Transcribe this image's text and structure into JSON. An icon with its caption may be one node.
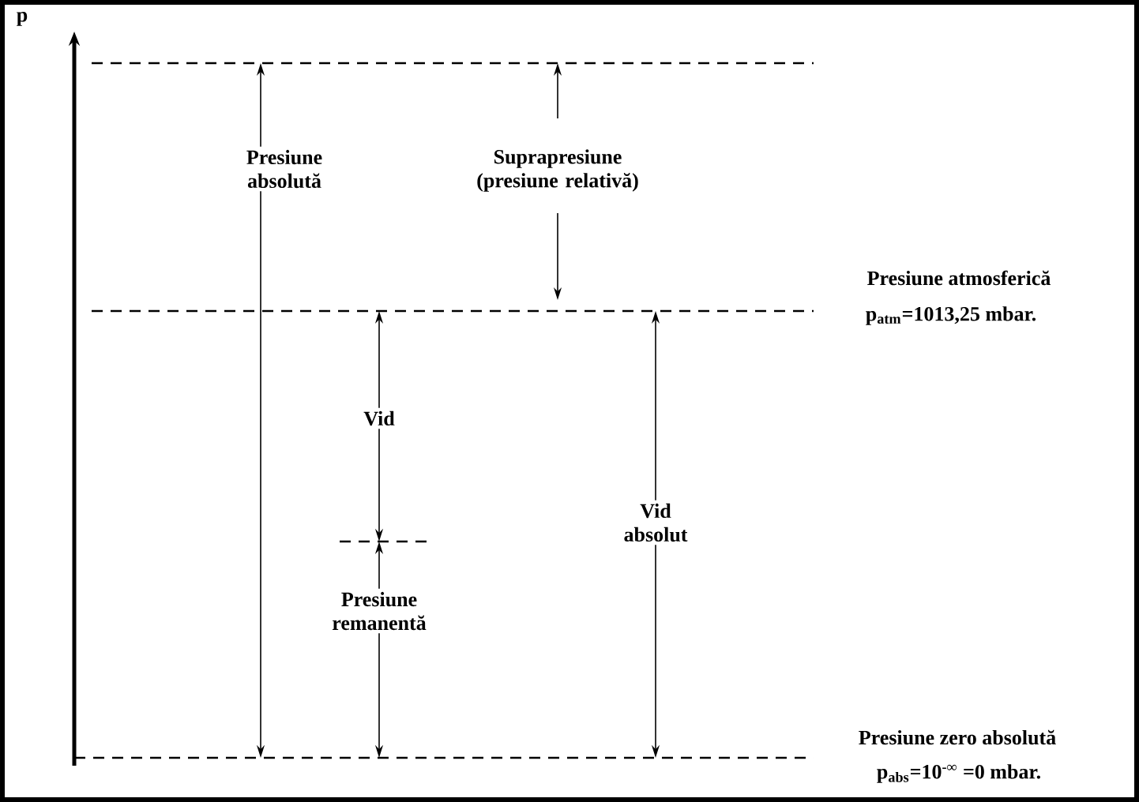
{
  "diagram": {
    "labels": [
      "p",
      "Presiune absolută",
      "Suprapresiune (presiune relativă)",
      "Presiune atmosferică",
      "p$_{atm}$=1013,25 mbar.",
      "Vid",
      "Vid absolut",
      "Presiune remanentă",
      "Presiune zero absolută",
      "p$_{abs}$=10$^{-∞}$ =0 mbar."
    ]
  }
}
